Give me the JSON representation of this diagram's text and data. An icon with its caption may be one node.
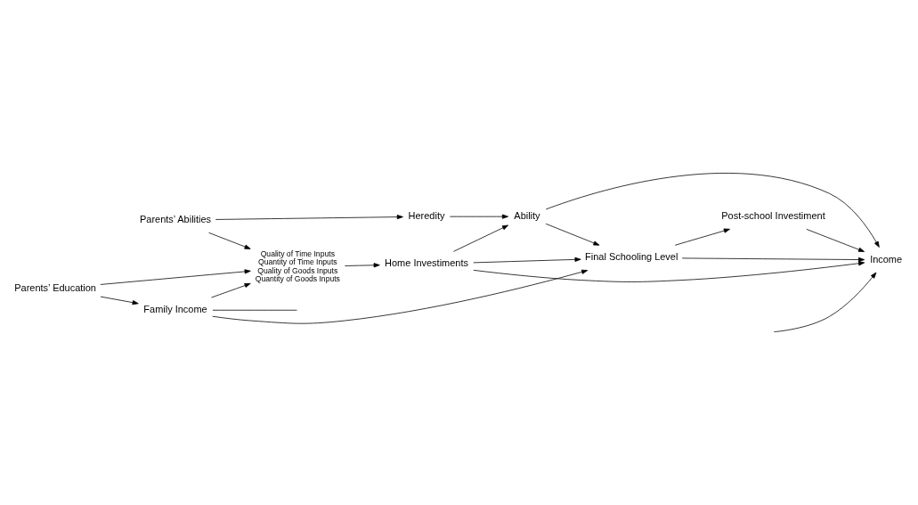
{
  "diagram": {
    "nodes": [
      {
        "text": [
          "Heredity"
        ]
      },
      {
        "text": [
          "Ability"
        ]
      },
      {
        "text": [
          "Parents’ Abilities"
        ]
      },
      {
        "text": [
          "Parents’ Education"
        ]
      },
      {
        "text": [
          "Quality of Time Inputs",
          "Quantity of Time Inputs",
          "Quality of Goods Inputs",
          "Quantity of Goods Inputs"
        ]
      },
      {
        "text": [
          "Home Investiments"
        ]
      },
      {
        "text": [
          "Final Schooling Level"
        ]
      },
      {
        "text": [
          "Income"
        ]
      },
      {
        "text": [
          "Family Income"
        ]
      },
      {
        "text": [
          "Post-school Investiment"
        ]
      }
    ],
    "edges": [
      {
        "from": 2,
        "to": 0,
        "arrow": "to"
      },
      {
        "from": 0,
        "to": 1,
        "arrow": "to"
      },
      {
        "from": 2,
        "to": 4,
        "arrow": "to"
      },
      {
        "from": 3,
        "to": 4,
        "arrow": "to"
      },
      {
        "from": 4,
        "to": 5,
        "arrow": "to"
      },
      {
        "from": 5,
        "to": 1,
        "arrow": "to"
      },
      {
        "from": 1,
        "to": 6,
        "arrow": "to"
      },
      {
        "from": 1,
        "to": 7,
        "arrow": "to"
      },
      {
        "from": 5,
        "to": 7,
        "arrow": "to"
      },
      {
        "from": 5,
        "to": 6,
        "arrow": "to"
      },
      {
        "from": 6,
        "to": 7,
        "arrow": "to"
      },
      {
        "from": 3,
        "to": 8,
        "arrow": "to"
      },
      {
        "from": 8,
        "to": 4,
        "arrow": "to"
      },
      {
        "from": 8,
        "to": 6,
        "arrow": "to"
      },
      {
        "from": 6,
        "to": 9,
        "arrow": "to"
      },
      {
        "from": 9,
        "to": 7,
        "arrow": "to"
      },
      {
        "from": 8,
        "to": null,
        "arrow": "none"
      },
      {
        "from": null,
        "to": 7,
        "arrow": "to"
      }
    ]
  }
}
